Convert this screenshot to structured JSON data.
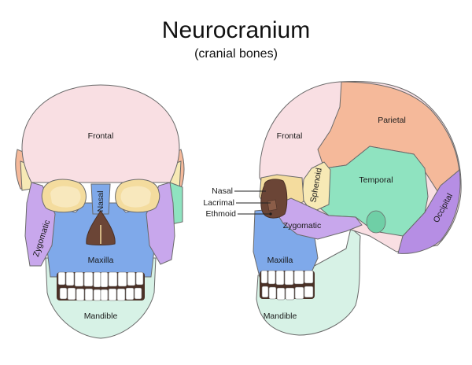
{
  "title": "Neurocranium",
  "subtitle": "(cranial bones)",
  "front_view": {
    "frontal": "Frontal",
    "nasal": "Nasal",
    "zygomatic": "Zygomatic",
    "maxilla": "Maxilla",
    "mandible": "Mandible"
  },
  "side_view": {
    "frontal": "Frontal",
    "parietal": "Parietal",
    "sphenoid": "Sphenoid",
    "temporal": "Temporal",
    "occipital": "Occipital",
    "zygomatic": "Zygomatic",
    "maxilla": "Maxilla",
    "mandible": "Mandible",
    "nasal": "Nasal",
    "lacrimal": "Lacrimal",
    "ethmoid": "Ethmoid"
  },
  "colors": {
    "frontal": "#f9dfe3",
    "parietal": "#f5b99a",
    "temporal": "#8fe3c0",
    "occipital": "#b68ee4",
    "sphenoid": "#f7e9b5",
    "zygomatic": "#c8a7ec",
    "maxilla": "#7fa9ea",
    "mandible": "#d7f2e6",
    "nasal": "#6b4536",
    "orbit": "#f4dc9e",
    "teeth": "#ffffff",
    "outline": "#6a6a6a"
  }
}
